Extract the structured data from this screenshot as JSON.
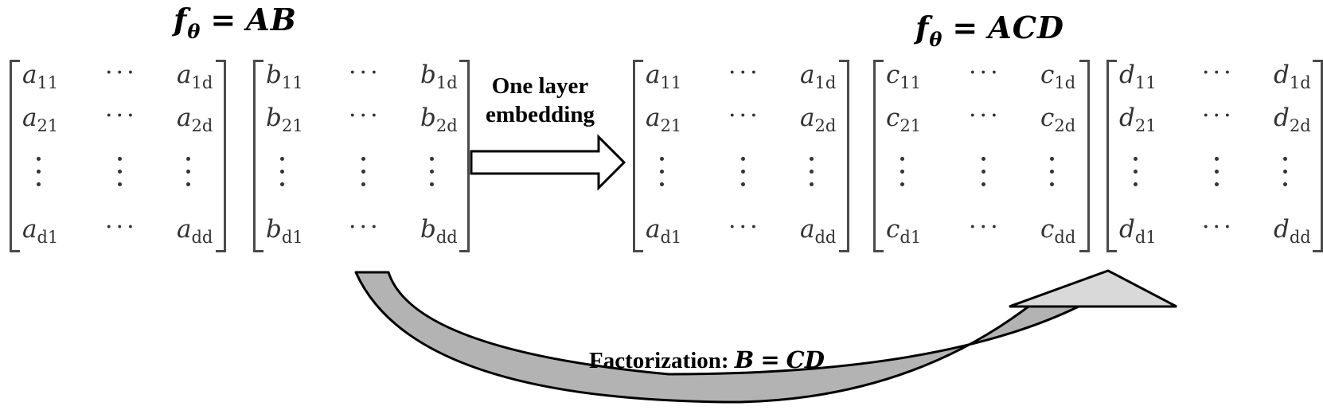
{
  "left_formula": {
    "f": "f",
    "sub": "θ",
    "eq": "=",
    "rhs": "AB"
  },
  "right_formula": {
    "f": "f",
    "sub": "θ",
    "eq": "=",
    "rhs": "ACD"
  },
  "arrow_label": {
    "line1": "One layer",
    "line2": "embedding"
  },
  "factorization_label": {
    "prefix": "Factorization:",
    "lhs": "B",
    "eq": "=",
    "rhs": "CD"
  },
  "matrices": [
    {
      "name": "A",
      "letter": "a",
      "cells": [
        [
          "11",
          "1d"
        ],
        [
          "21",
          "2d"
        ],
        [
          "d1",
          "dd"
        ]
      ]
    },
    {
      "name": "B",
      "letter": "b",
      "cells": [
        [
          "11",
          "1d"
        ],
        [
          "21",
          "2d"
        ],
        [
          "d1",
          "dd"
        ]
      ]
    },
    {
      "name": "A",
      "letter": "a",
      "cells": [
        [
          "11",
          "1d"
        ],
        [
          "21",
          "2d"
        ],
        [
          "d1",
          "dd"
        ]
      ]
    },
    {
      "name": "C",
      "letter": "c",
      "cells": [
        [
          "11",
          "1d"
        ],
        [
          "21",
          "2d"
        ],
        [
          "d1",
          "dd"
        ]
      ]
    },
    {
      "name": "D",
      "letter": "d",
      "cells": [
        [
          "11",
          "1d"
        ],
        [
          "21",
          "2d"
        ],
        [
          "d1",
          "dd"
        ]
      ]
    }
  ],
  "ellipsis": "···",
  "colors": {
    "curve_arrow_fill": "#b3b3b3",
    "curve_arrow_head_fill": "#d9d9d9",
    "stroke": "#000000",
    "matrix_text": "#333333"
  }
}
